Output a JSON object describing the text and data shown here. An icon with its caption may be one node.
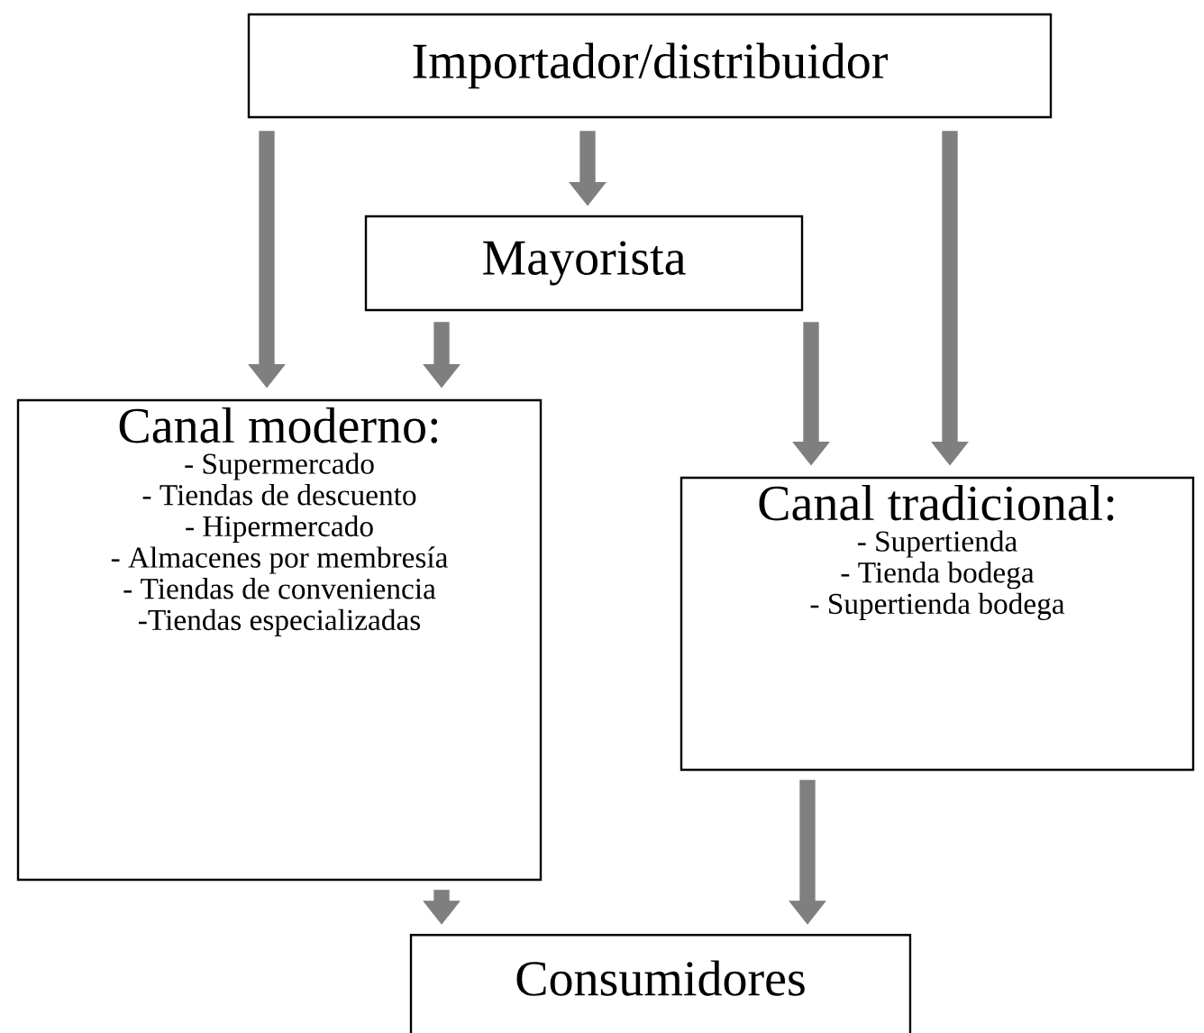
{
  "diagram": {
    "nodes": [
      {
        "text": [
          "Importador/distribuidor"
        ]
      },
      {
        "text": [
          "Mayorista"
        ]
      },
      {
        "text": [
          "Canal moderno:",
          "- Supermercado",
          "- Tiendas de descuento",
          "- Hipermercado",
          "- Almacenes por membresía",
          "- Tiendas de conveniencia",
          "-Tiendas especializadas"
        ]
      },
      {
        "text": [
          "Canal tradicional:",
          "- Supertienda",
          "- Tienda bodega",
          "- Supertienda bodega"
        ]
      },
      {
        "text": [
          "Consumidores"
        ]
      }
    ],
    "edges": [
      {
        "from": 0,
        "to": 2,
        "arrow": "to"
      },
      {
        "from": 0,
        "to": 1,
        "arrow": "to"
      },
      {
        "from": 0,
        "to": 3,
        "arrow": "to"
      },
      {
        "from": 1,
        "to": 2,
        "arrow": "to"
      },
      {
        "from": 1,
        "to": 3,
        "arrow": "to"
      },
      {
        "from": 2,
        "to": 4,
        "arrow": "to"
      },
      {
        "from": 3,
        "to": 4,
        "arrow": "to"
      }
    ]
  }
}
